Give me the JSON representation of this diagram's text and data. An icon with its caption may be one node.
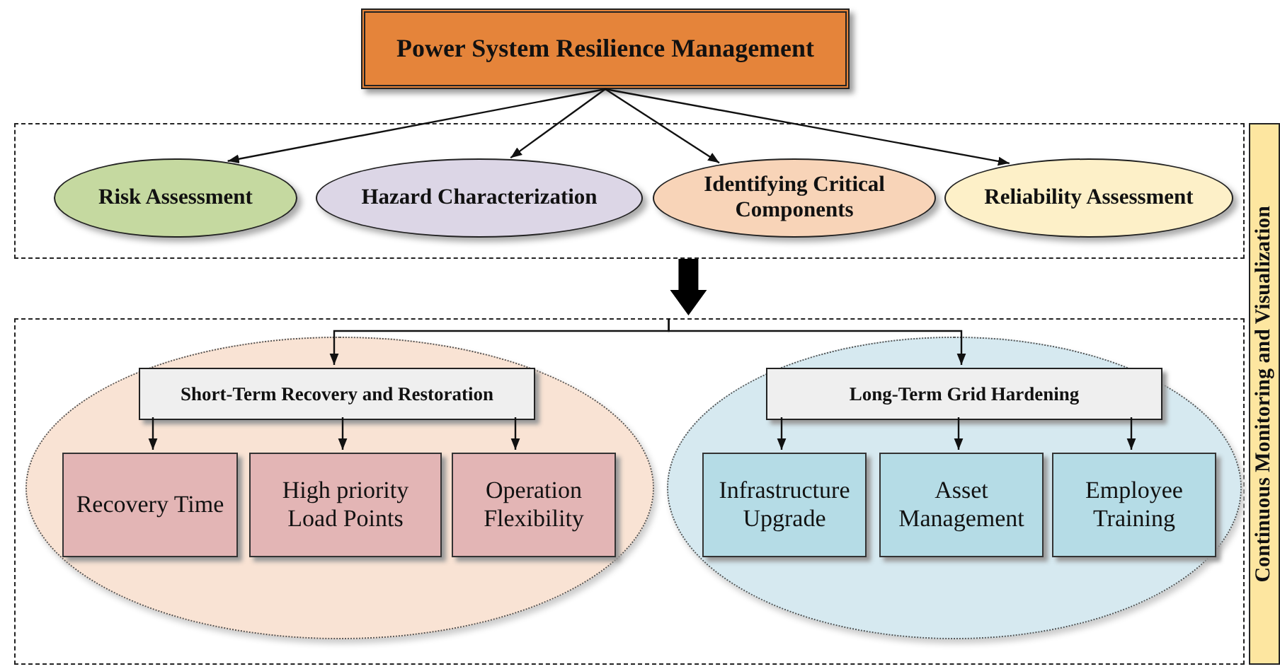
{
  "diagram": {
    "nodes": [
      {
        "text": [
          "Power System Resilience Management"
        ]
      },
      {
        "text": [],
        "shape": "box"
      },
      {
        "text": [
          "Risk Assessment"
        ],
        "in": 1
      },
      {
        "text": [
          "Hazard Characterization"
        ],
        "in": 1
      },
      {
        "text": [
          "Identifying Critical Components"
        ],
        "in": 1
      },
      {
        "text": [
          "Reliability Assessment"
        ],
        "in": 1
      },
      {
        "text": [],
        "shape": "box"
      },
      {
        "text": [],
        "shape": "ellipse",
        "in": 6
      },
      {
        "text": [
          "Short-Term Recovery and Restoration"
        ],
        "in": 7
      },
      {
        "text": [
          "Recovery Time"
        ],
        "in": 7
      },
      {
        "text": [
          "High priority Load Points"
        ],
        "in": 7
      },
      {
        "text": [
          "Operation Flexibility"
        ],
        "in": 7
      },
      {
        "text": [],
        "shape": "ellipse",
        "in": 6
      },
      {
        "text": [
          "Long-Term Grid Hardening"
        ],
        "in": 12
      },
      {
        "text": [
          "Infrastructure Upgrade"
        ],
        "in": 12
      },
      {
        "text": [
          "Asset Management"
        ],
        "in": 12
      },
      {
        "text": [
          "Employee Training"
        ],
        "in": 12
      },
      {
        "text": [
          "Continuous Monitoring and Visualization"
        ]
      }
    ],
    "edges": [
      {
        "from": 0,
        "to": 2,
        "arrow": "to"
      },
      {
        "from": 0,
        "to": 3,
        "arrow": "to"
      },
      {
        "from": 0,
        "to": 4,
        "arrow": "to"
      },
      {
        "from": 0,
        "to": 5,
        "arrow": "to"
      },
      {
        "from": 1,
        "to": 6,
        "arrow": "to",
        "style": "thick"
      },
      {
        "from": null,
        "to": 8,
        "arrow": "to"
      },
      {
        "from": null,
        "to": 13,
        "arrow": "to"
      },
      {
        "from": 8,
        "to": 9,
        "arrow": "to"
      },
      {
        "from": 8,
        "to": 10,
        "arrow": "to"
      },
      {
        "from": 8,
        "to": 11,
        "arrow": "to"
      },
      {
        "from": 13,
        "to": 14,
        "arrow": "to"
      },
      {
        "from": 13,
        "to": 15,
        "arrow": "to"
      },
      {
        "from": 13,
        "to": 16,
        "arrow": "to"
      }
    ]
  }
}
